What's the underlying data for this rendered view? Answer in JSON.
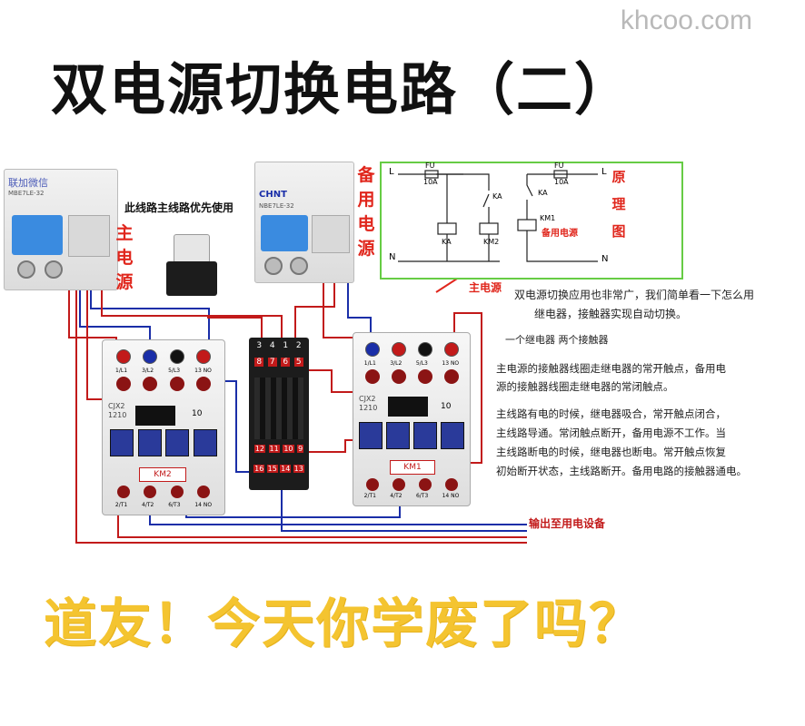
{
  "watermark": "khcoo.com",
  "title": "双电源切换电路（二）",
  "bottom_text": "道友！今天你学废了吗？",
  "main_power_label": "主电源",
  "backup_power_label": "备用电源",
  "schematic_label": "原理图",
  "priority_note": "此线路主线路优先使用",
  "schematic": {
    "L": "L",
    "N": "N",
    "fu_left": "FU",
    "fu_right": "FU",
    "rating_left": "10A",
    "rating_right": "10A",
    "ka_contact_left": "KA",
    "ka_coil": "KA",
    "km2_coil": "KM2",
    "ka_contact_right": "KA",
    "km1_coil": "KM1",
    "backup_note": "备用电源",
    "main_note": "主电源"
  },
  "description": {
    "intro1": "双电源切换应用也非常广，我们简单看一下怎么用",
    "intro2": "继电器，接触器实现自动切换。",
    "components": "一个继电器  两个接触器",
    "p2_l1": "主电源的接触器线圈走继电器的常开触点，备用电",
    "p2_l2": "源的接触器线圈走继电器的常闭触点。",
    "p3_l1": "主线路有电的时候，继电器吸合，常开触点闭合，",
    "p3_l2": "主线路导通。常闭触点断开，备用电源不工作。当",
    "p3_l3": "主线路断电的时候，继电器也断电。常开触点恢复",
    "p3_l4": "初始断开状态，主线路断开。备用电路的接触器通电。"
  },
  "output_label": "输出至用电设备",
  "breaker_left": {
    "brand": "联加微信",
    "model": "MBE7LE-32"
  },
  "breaker_right": {
    "brand": "CHNT",
    "model": "NBE7LE-32"
  },
  "contactor_left": {
    "brand": "CJX2",
    "model": "1210",
    "current": "10",
    "tag": "KM2",
    "top_terminals": [
      "1/L1",
      "3/L2",
      "5/L3",
      "13 NO"
    ],
    "bottom_terminals": [
      "2/T1",
      "4/T2",
      "6/T3",
      "14 NO"
    ]
  },
  "contactor_right": {
    "brand": "CJX2",
    "model": "1210",
    "current": "10",
    "tag": "KM1",
    "top_terminals": [
      "1/L1",
      "3/L2",
      "5/L3",
      "13 NO"
    ],
    "bottom_terminals": [
      "2/T1",
      "4/T2",
      "6/T3",
      "14 NO"
    ]
  },
  "relay_base": {
    "top_numbers": [
      "3",
      "4",
      "1",
      "2"
    ],
    "mid_numbers": [
      "8",
      "7",
      "6",
      "5"
    ],
    "bottom_top_numbers": [
      "12",
      "11",
      "10",
      "9"
    ],
    "bottom_numbers": [
      "16",
      "15",
      "14",
      "13"
    ]
  },
  "colors": {
    "wire_red": "#c21a1a",
    "wire_blue": "#1a2ea8",
    "accent_red": "#e0261c",
    "title_yellow": "#f4c430",
    "schematic_border": "#66cc44"
  }
}
